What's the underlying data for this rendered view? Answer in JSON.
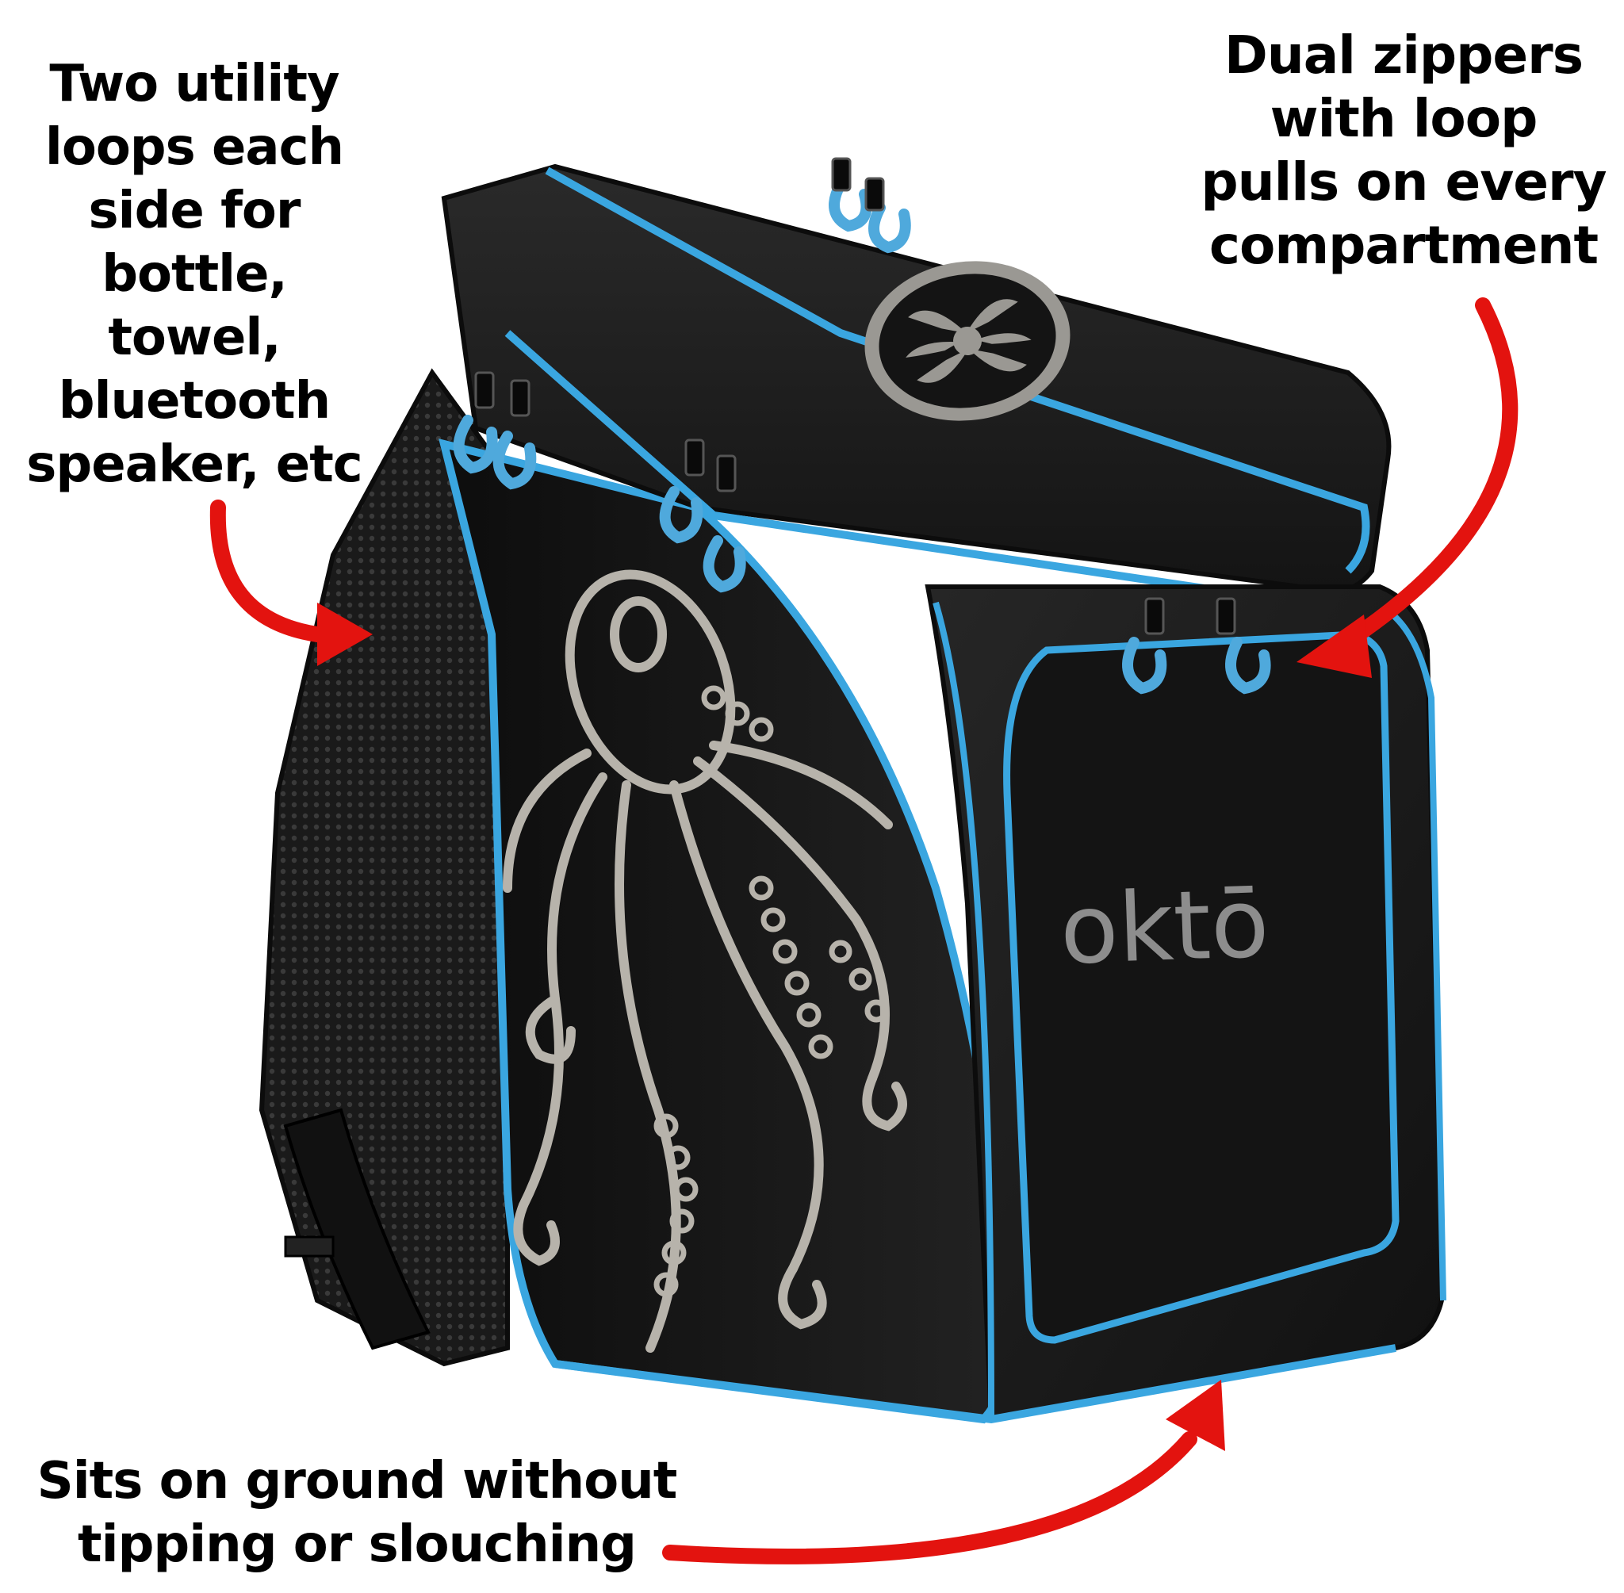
{
  "callouts": {
    "loops": {
      "lines": [
        "Two utility",
        "loops each",
        "side for",
        "bottle,",
        "towel,",
        "bluetooth",
        "speaker, etc"
      ]
    },
    "zippers": {
      "lines": [
        "Dual zippers",
        "with loop",
        "pulls on every",
        "compartment"
      ]
    },
    "ground": {
      "lines": [
        "Sits on ground without",
        "tipping or slouching"
      ]
    }
  },
  "product": {
    "brand_logo_text": "oktō"
  },
  "colors": {
    "arrow": "#e3130f",
    "trim": "#3aa6e0",
    "bag_body": "#161616",
    "print": "#b7b3ab"
  }
}
